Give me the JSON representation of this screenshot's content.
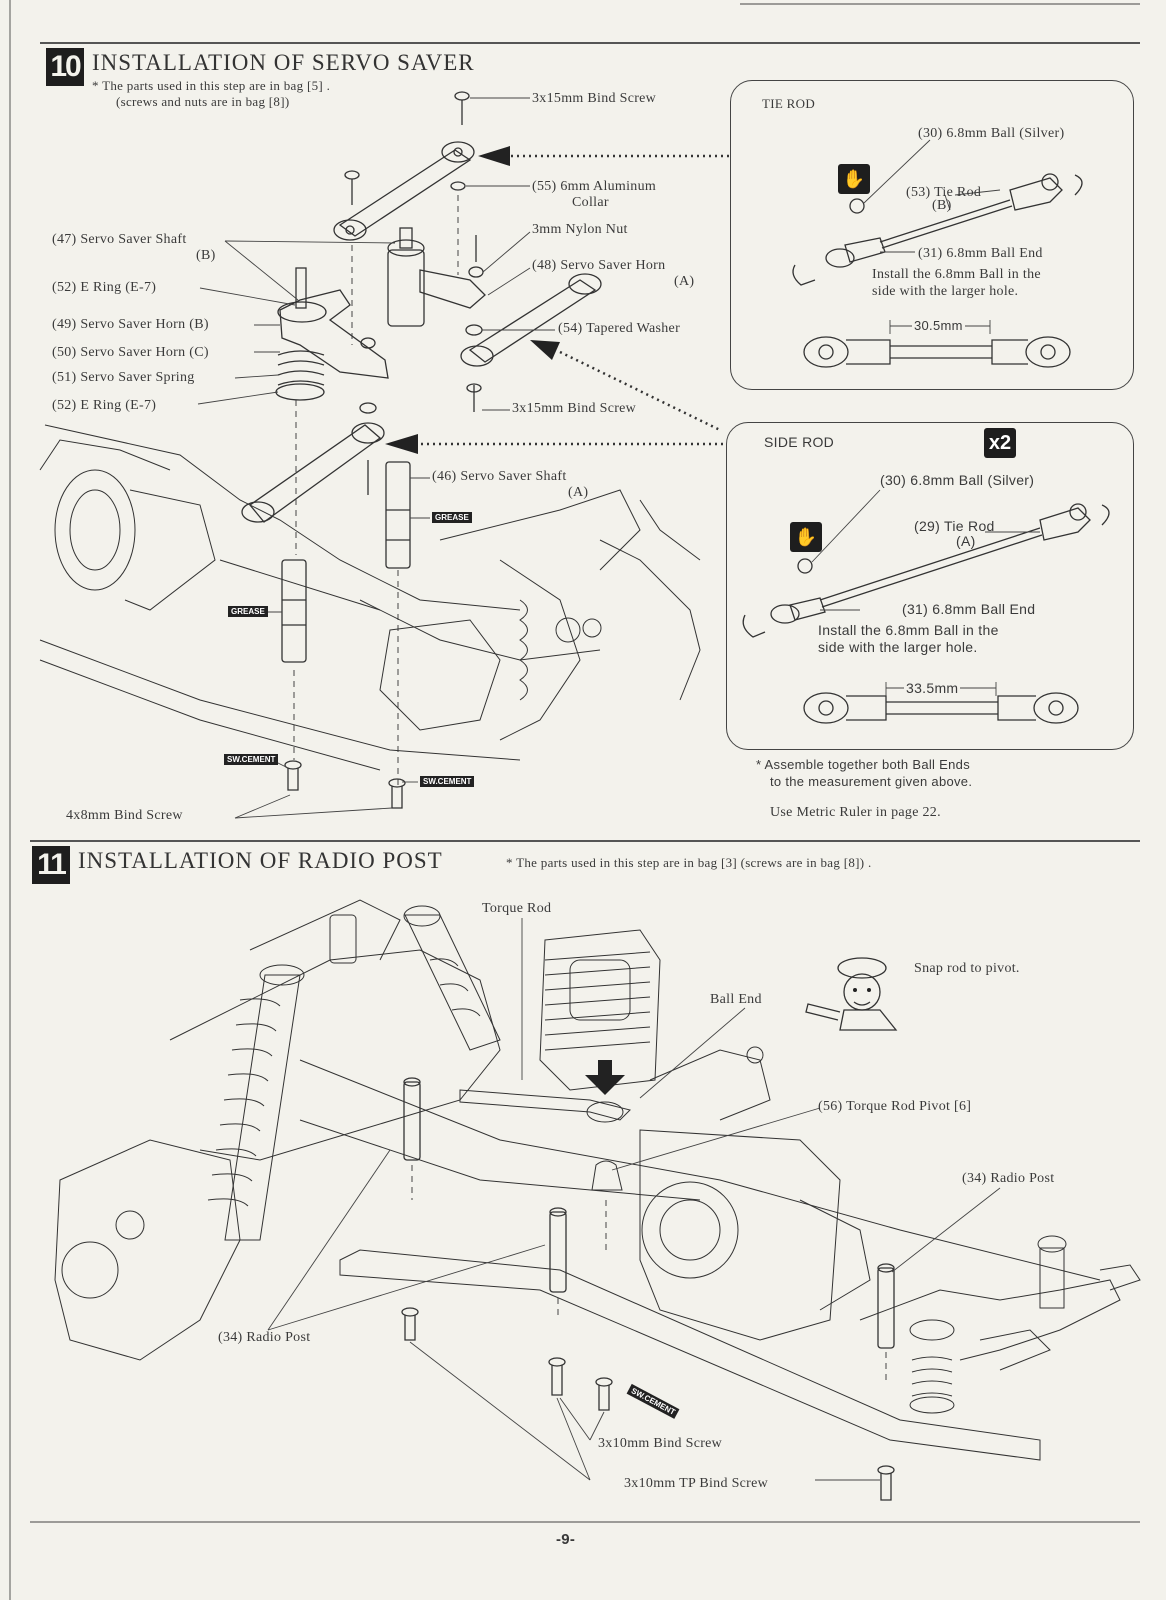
{
  "step10": {
    "number": "10",
    "title": "INSTALLATION OF SERVO SAVER",
    "note1": "* The parts used in this step are in bag [5] .",
    "note2": "(screws and nuts are in bag [8])",
    "labels": {
      "bind_top": "3x15mm Bind Screw",
      "collar1": "(55)  6mm Aluminum",
      "collar2": "Collar",
      "nylon_nut": "3mm Nylon Nut",
      "horn_a1": "(48)  Servo Saver Horn",
      "horn_a2": "(A)",
      "shaft_b1": "(47)  Servo Saver Shaft",
      "shaft_b2": "(B)",
      "ering_top": "(52)  E Ring  (E-7)",
      "horn_b": "(49)  Servo Saver Horn  (B)",
      "horn_c": "(50)  Servo Saver Horn  (C)",
      "spring": "(51)  Servo Saver Spring",
      "ering_bot": "(52)  E Ring  (E-7)",
      "washer": "(54)  Tapered Washer",
      "bind_bottom": "3x15mm Bind Screw",
      "shaft_a1": "(46)  Servo Saver Shaft",
      "shaft_a2": "(A)",
      "bind_4x8": "4x8mm Bind Screw",
      "grease": "GREASE",
      "swcement": "SW.CEMENT"
    },
    "tie_rod": {
      "title": "TIE ROD",
      "ball": "(30)  6.8mm Ball  (Silver)",
      "rod1": "(53)  Tie Rod",
      "rod2": "(B)",
      "ball_end": "(31)  6.8mm Ball End",
      "install1": "Install the 6.8mm Ball in the",
      "install2": "side with the larger hole.",
      "measure": "30.5mm"
    },
    "side_rod": {
      "title": "SIDE ROD",
      "qty": "x2",
      "ball": "(30)  6.8mm Ball  (Silver)",
      "rod1": "(29)  Tie Rod",
      "rod2": "(A)",
      "ball_end": "(31)  6.8mm Ball End",
      "install1": "Install the 6.8mm Ball in the",
      "install2": "side with the larger hole.",
      "measure": "33.5mm"
    },
    "assemble1": "* Assemble together both Ball Ends",
    "assemble2": "to the measurement given above.",
    "ruler": "Use Metric Ruler in page 22."
  },
  "step11": {
    "number": "11",
    "title": "INSTALLATION OF RADIO POST",
    "note": "* The parts used in this step are in bag [3]  (screws are in bag [8]) .",
    "labels": {
      "torque_rod": "Torque Rod",
      "ball_end": "Ball End",
      "snap": "Snap rod to pivot.",
      "pivot": "(56)  Torque Rod Pivot  [6]",
      "radio_post_right": "(34)  Radio Post",
      "radio_post_left": "(34)  Radio Post",
      "bind_3x10": "3x10mm Bind Screw",
      "tp_bind": "3x10mm TP Bind Screw",
      "swcement": "SW.CEMENT"
    }
  },
  "page_number": "-9-"
}
